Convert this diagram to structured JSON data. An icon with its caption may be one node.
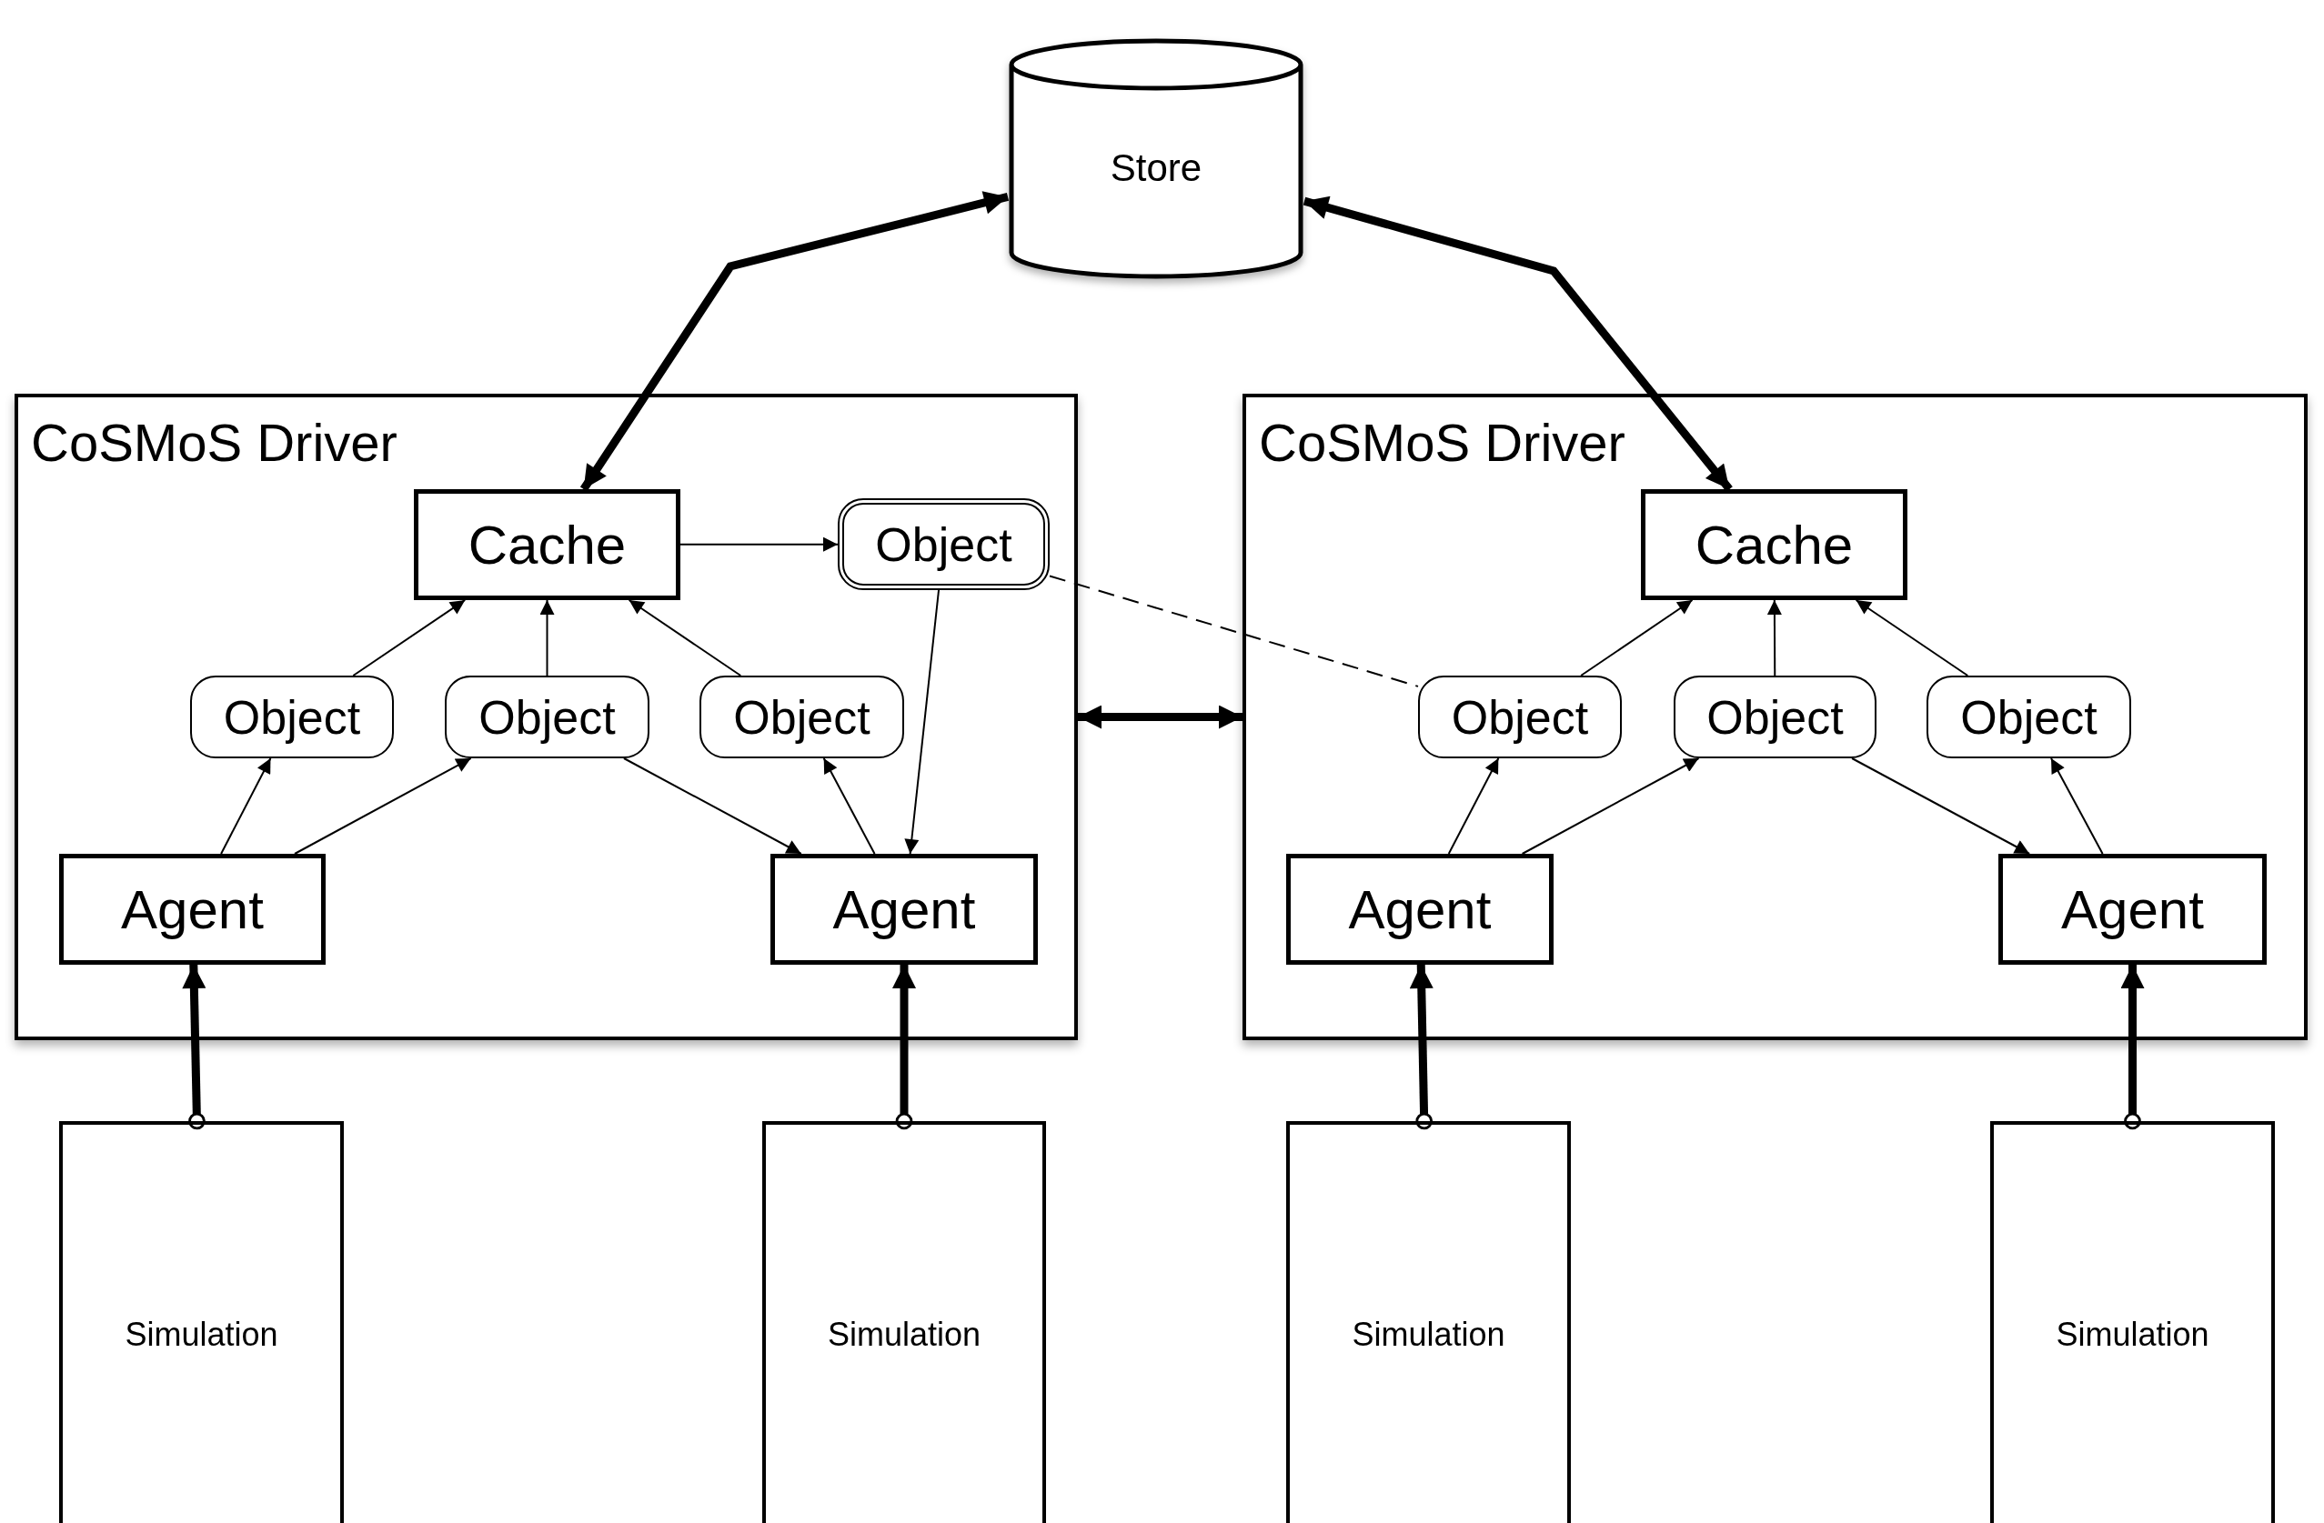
{
  "diagram": {
    "nodes": [
      {
        "text": [
          "Store"
        ]
      },
      {
        "text": [
          "CoSMoS Driver"
        ]
      },
      {
        "text": [
          "Cache"
        ],
        "in": 1
      },
      {
        "text": [
          "Object"
        ],
        "in": 1
      },
      {
        "text": [
          "Object"
        ],
        "in": 1
      },
      {
        "text": [
          "Object"
        ],
        "in": 1
      },
      {
        "text": [
          "Object"
        ],
        "in": 1
      },
      {
        "text": [
          "Agent"
        ],
        "in": 1
      },
      {
        "text": [
          "Agent"
        ],
        "in": 1
      },
      {
        "text": [
          "CoSMoS Driver"
        ]
      },
      {
        "text": [
          "Cache"
        ],
        "in": 9
      },
      {
        "text": [
          "Object"
        ],
        "in": 9
      },
      {
        "text": [
          "Object"
        ],
        "in": 9
      },
      {
        "text": [
          "Object"
        ],
        "in": 9
      },
      {
        "text": [
          "Agent"
        ],
        "in": 9
      },
      {
        "text": [
          "Agent"
        ],
        "in": 9
      },
      {
        "text": [
          "Simulation"
        ]
      },
      {
        "text": [
          "Simulation"
        ]
      },
      {
        "text": [
          "Simulation"
        ]
      },
      {
        "text": [
          "Simulation"
        ]
      }
    ],
    "edges": [
      {
        "from": 0,
        "to": 2,
        "arrow": "both",
        "style": "thick"
      },
      {
        "from": 0,
        "to": 10,
        "arrow": "both",
        "style": "thick"
      },
      {
        "from": 2,
        "to": 3,
        "arrow": "to"
      },
      {
        "from": 4,
        "to": 2,
        "arrow": "to"
      },
      {
        "from": 5,
        "to": 2,
        "arrow": "to"
      },
      {
        "from": 6,
        "to": 2,
        "arrow": "to"
      },
      {
        "from": 7,
        "to": 4,
        "arrow": "to"
      },
      {
        "from": 7,
        "to": 5,
        "arrow": "to"
      },
      {
        "from": 5,
        "to": 8,
        "arrow": "to"
      },
      {
        "from": 8,
        "to": 6,
        "arrow": "to"
      },
      {
        "from": 3,
        "to": 8,
        "arrow": "to"
      },
      {
        "from": 3,
        "to": 11,
        "arrow": "none",
        "style": "dashed"
      },
      {
        "from": 1,
        "to": 9,
        "arrow": "both",
        "style": "thick"
      },
      {
        "from": 11,
        "to": 10,
        "arrow": "to"
      },
      {
        "from": 12,
        "to": 10,
        "arrow": "to"
      },
      {
        "from": 13,
        "to": 10,
        "arrow": "to"
      },
      {
        "from": 14,
        "to": 11,
        "arrow": "to"
      },
      {
        "from": 14,
        "to": 12,
        "arrow": "to"
      },
      {
        "from": 12,
        "to": 15,
        "arrow": "to"
      },
      {
        "from": 15,
        "to": 13,
        "arrow": "to"
      },
      {
        "from": 16,
        "to": 7,
        "arrow": "to",
        "style": "thick"
      },
      {
        "from": 17,
        "to": 8,
        "arrow": "to",
        "style": "thick"
      },
      {
        "from": 18,
        "to": 14,
        "arrow": "to",
        "style": "thick"
      },
      {
        "from": 19,
        "to": 15,
        "arrow": "to",
        "style": "thick"
      }
    ]
  }
}
